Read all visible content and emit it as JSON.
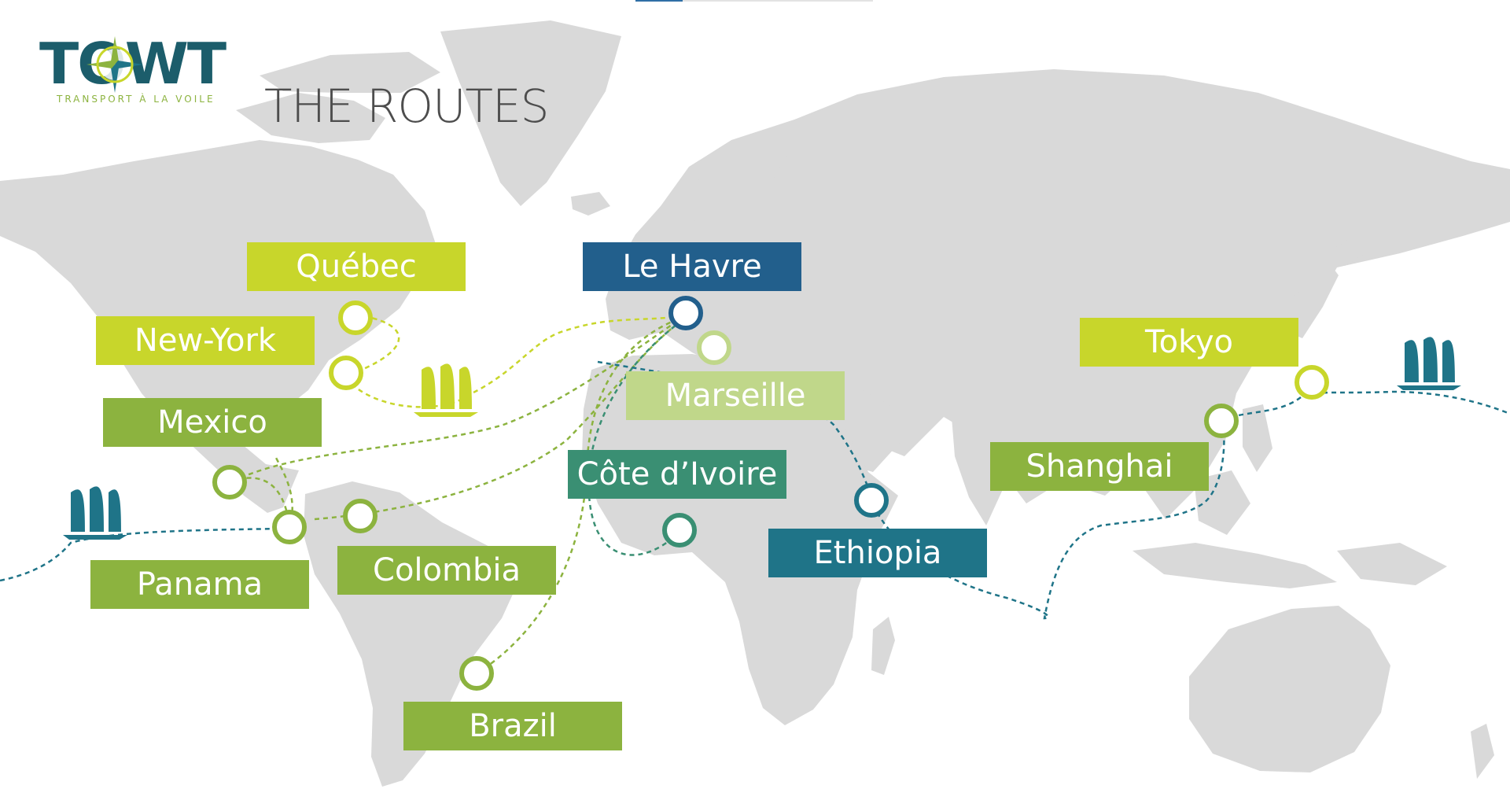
{
  "title": "THE ROUTES",
  "logo": {
    "wordmark": "TOWT",
    "tagline": "TRANSPORT À LA VOILE",
    "icon": "compass-rose-icon"
  },
  "colors": {
    "land": "#d9d9d9",
    "lime": "#c8d62b",
    "green": "#8cb33f",
    "pale_green": "#c0d78a",
    "sea_green": "#3a8f73",
    "teal": "#1f7488",
    "navy": "#225f8c",
    "title_gray": "#4d4d4d",
    "tab_blue": "#2f6fa6",
    "tab_gray": "#e3e3e3"
  },
  "ports": [
    {
      "id": "quebec",
      "name": "Québec",
      "color": "#c8d62b"
    },
    {
      "id": "new-york",
      "name": "New-York",
      "color": "#c8d62b"
    },
    {
      "id": "mexico",
      "name": "Mexico",
      "color": "#8cb33f"
    },
    {
      "id": "panama",
      "name": "Panama",
      "color": "#8cb33f"
    },
    {
      "id": "colombia",
      "name": "Colombia",
      "color": "#8cb33f"
    },
    {
      "id": "brazil",
      "name": "Brazil",
      "color": "#8cb33f"
    },
    {
      "id": "le-havre",
      "name": "Le Havre",
      "color": "#225f8c"
    },
    {
      "id": "marseille",
      "name": "Marseille",
      "color": "#c0d78a"
    },
    {
      "id": "cote-divoire",
      "name": "Côte d’Ivoire",
      "color": "#3a8f73"
    },
    {
      "id": "ethiopia",
      "name": "Ethiopia",
      "color": "#1f7488"
    },
    {
      "id": "shanghai",
      "name": "Shanghai",
      "color": "#8cb33f"
    },
    {
      "id": "tokyo",
      "name": "Tokyo",
      "color": "#c8d62b"
    }
  ],
  "ships": [
    {
      "id": "atlantic",
      "icon": "sailing-ship-icon",
      "color": "#c8d62b"
    },
    {
      "id": "pacific-west",
      "icon": "sailing-ship-icon",
      "color": "#1f7488"
    },
    {
      "id": "pacific-east",
      "icon": "sailing-ship-icon",
      "color": "#1f7488"
    }
  ]
}
